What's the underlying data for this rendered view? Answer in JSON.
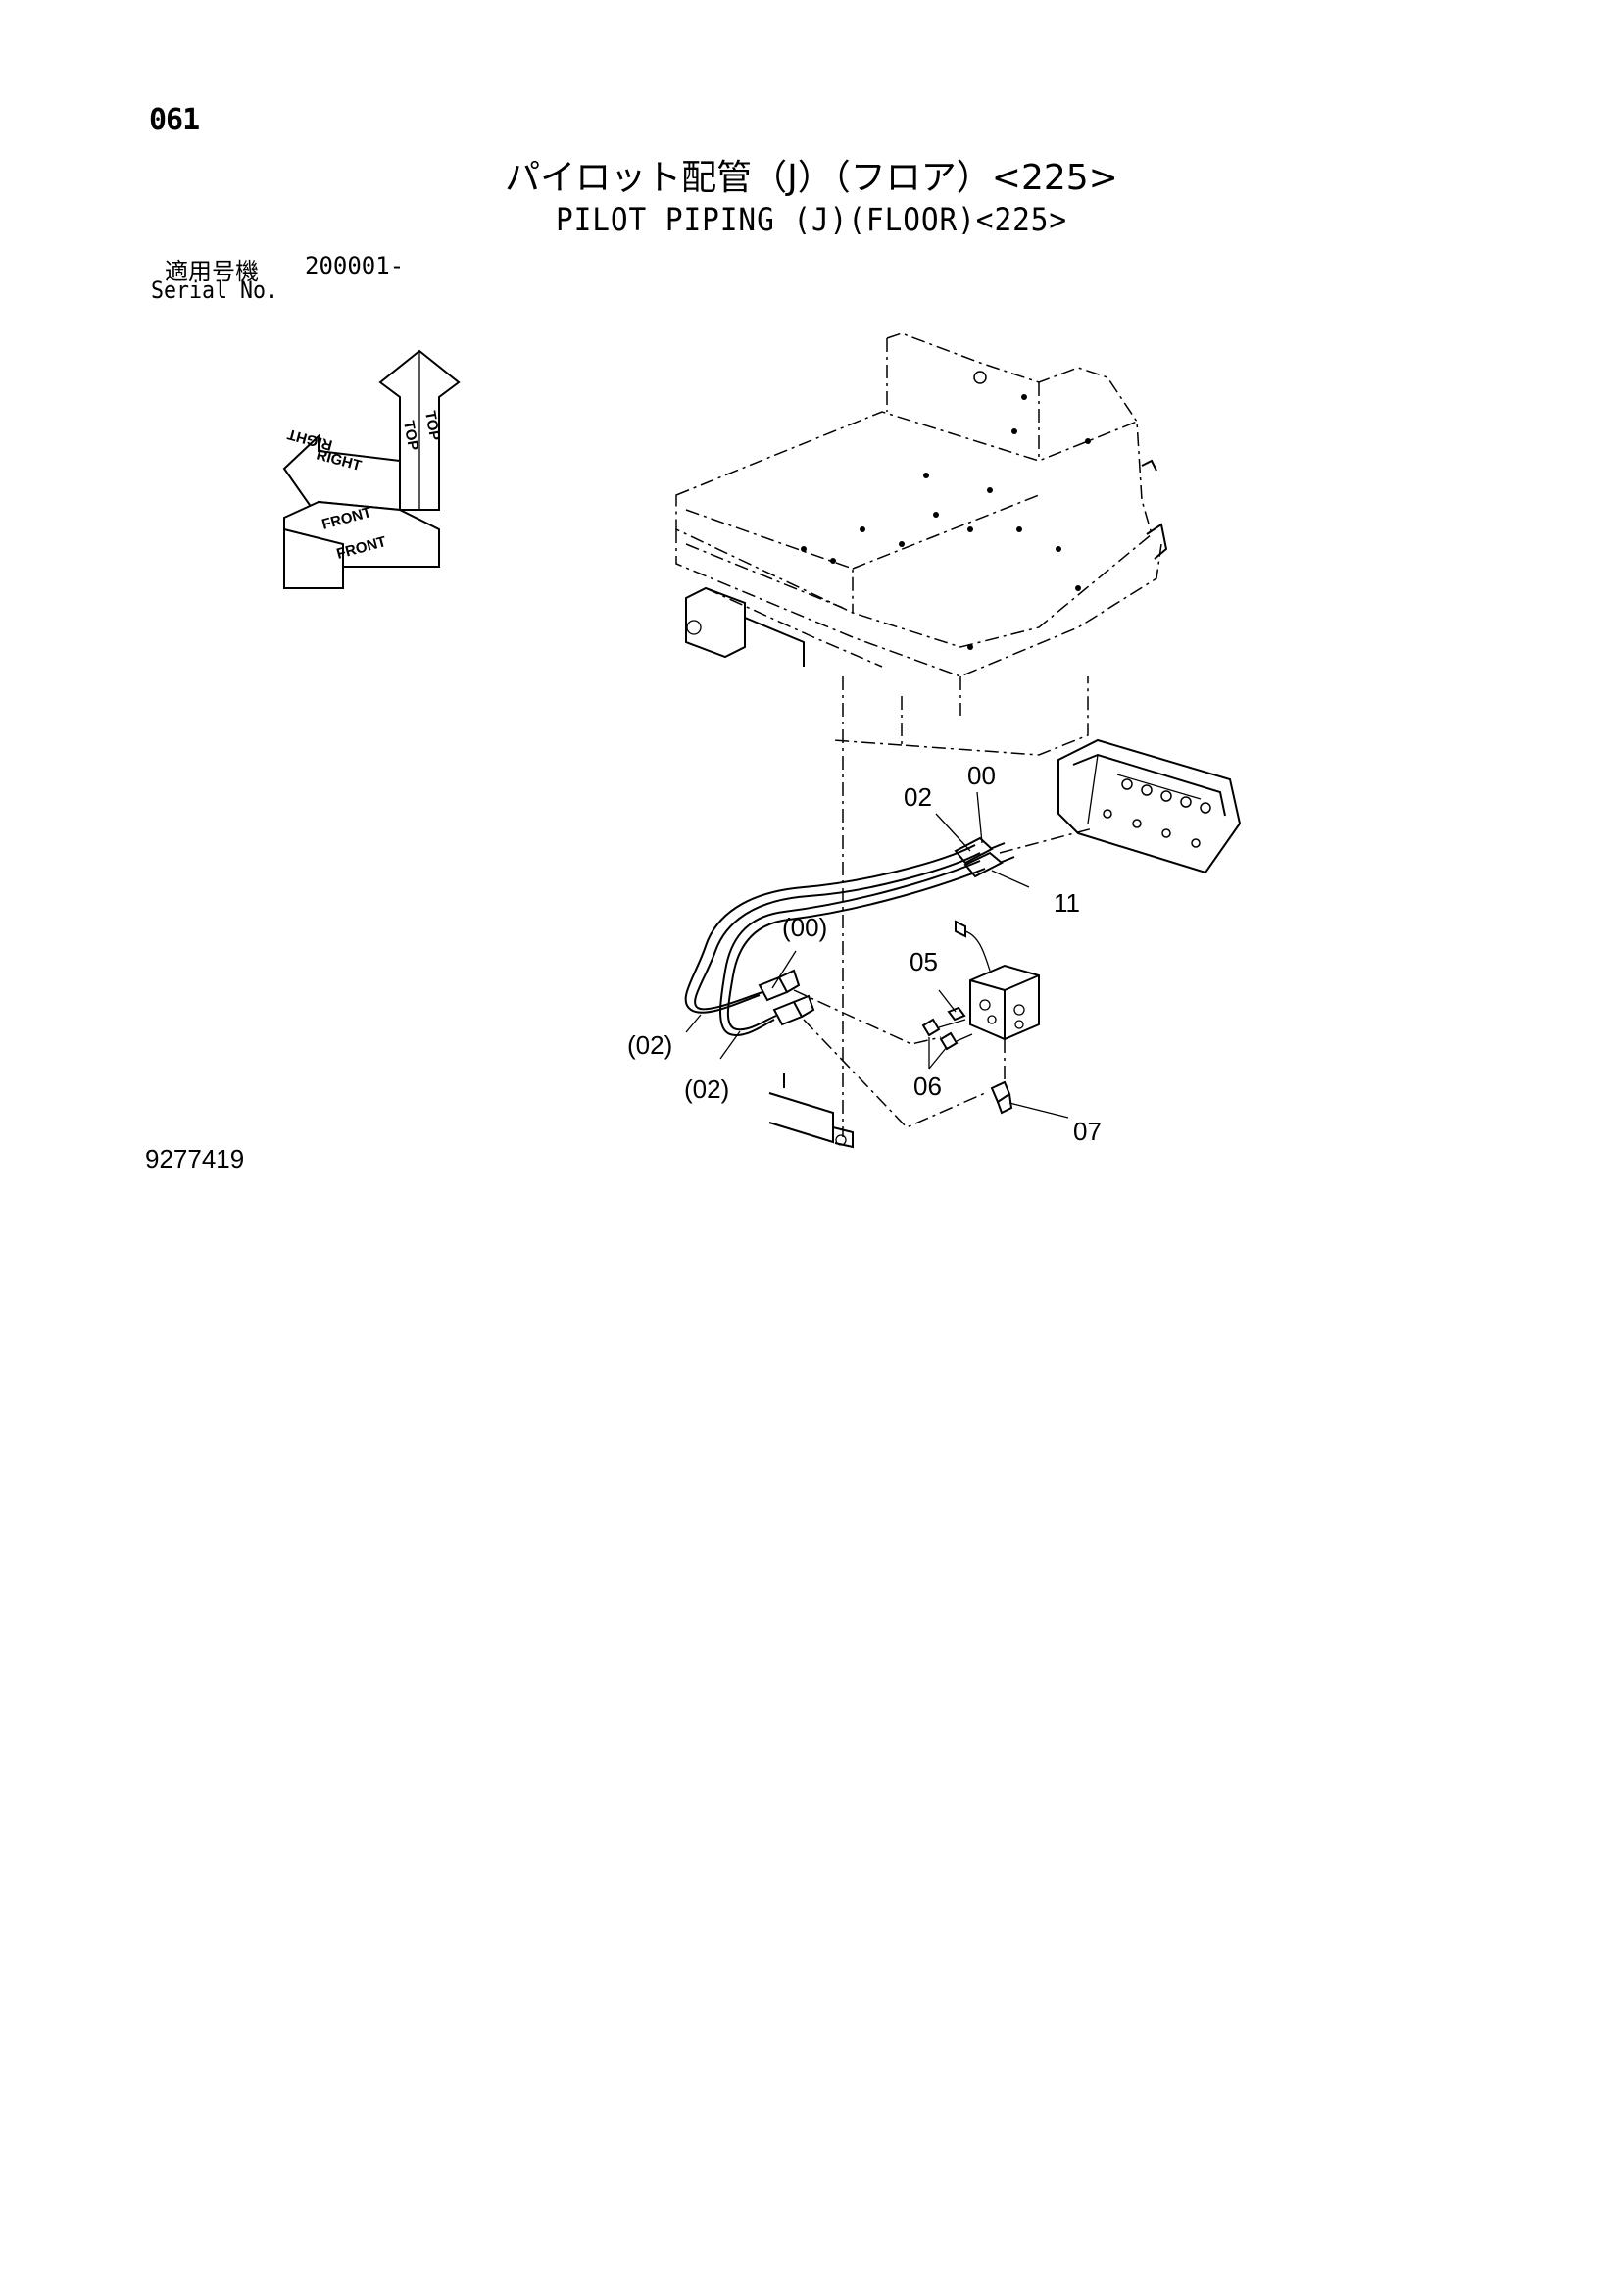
{
  "header": {
    "page_number": "061",
    "title_jp": "パイロット配管（J）（フロア）<225>",
    "title_en": "PILOT PIPING (J)(FLOOR)<225>"
  },
  "serial": {
    "label_jp": "適用号機",
    "value": "200001-",
    "label_en": "Serial No."
  },
  "orientation": {
    "top": "TOP",
    "right": "RIGHT",
    "front": "FRONT"
  },
  "callouts": {
    "c_02": "02",
    "c_00": "00",
    "c_11": "11",
    "c_00p": "(00)",
    "c_05": "05",
    "c_02p_a": "(02)",
    "c_02p_b": "(02)",
    "c_06": "06",
    "c_07": "07"
  },
  "footer": {
    "drawing_number": "9277419"
  }
}
